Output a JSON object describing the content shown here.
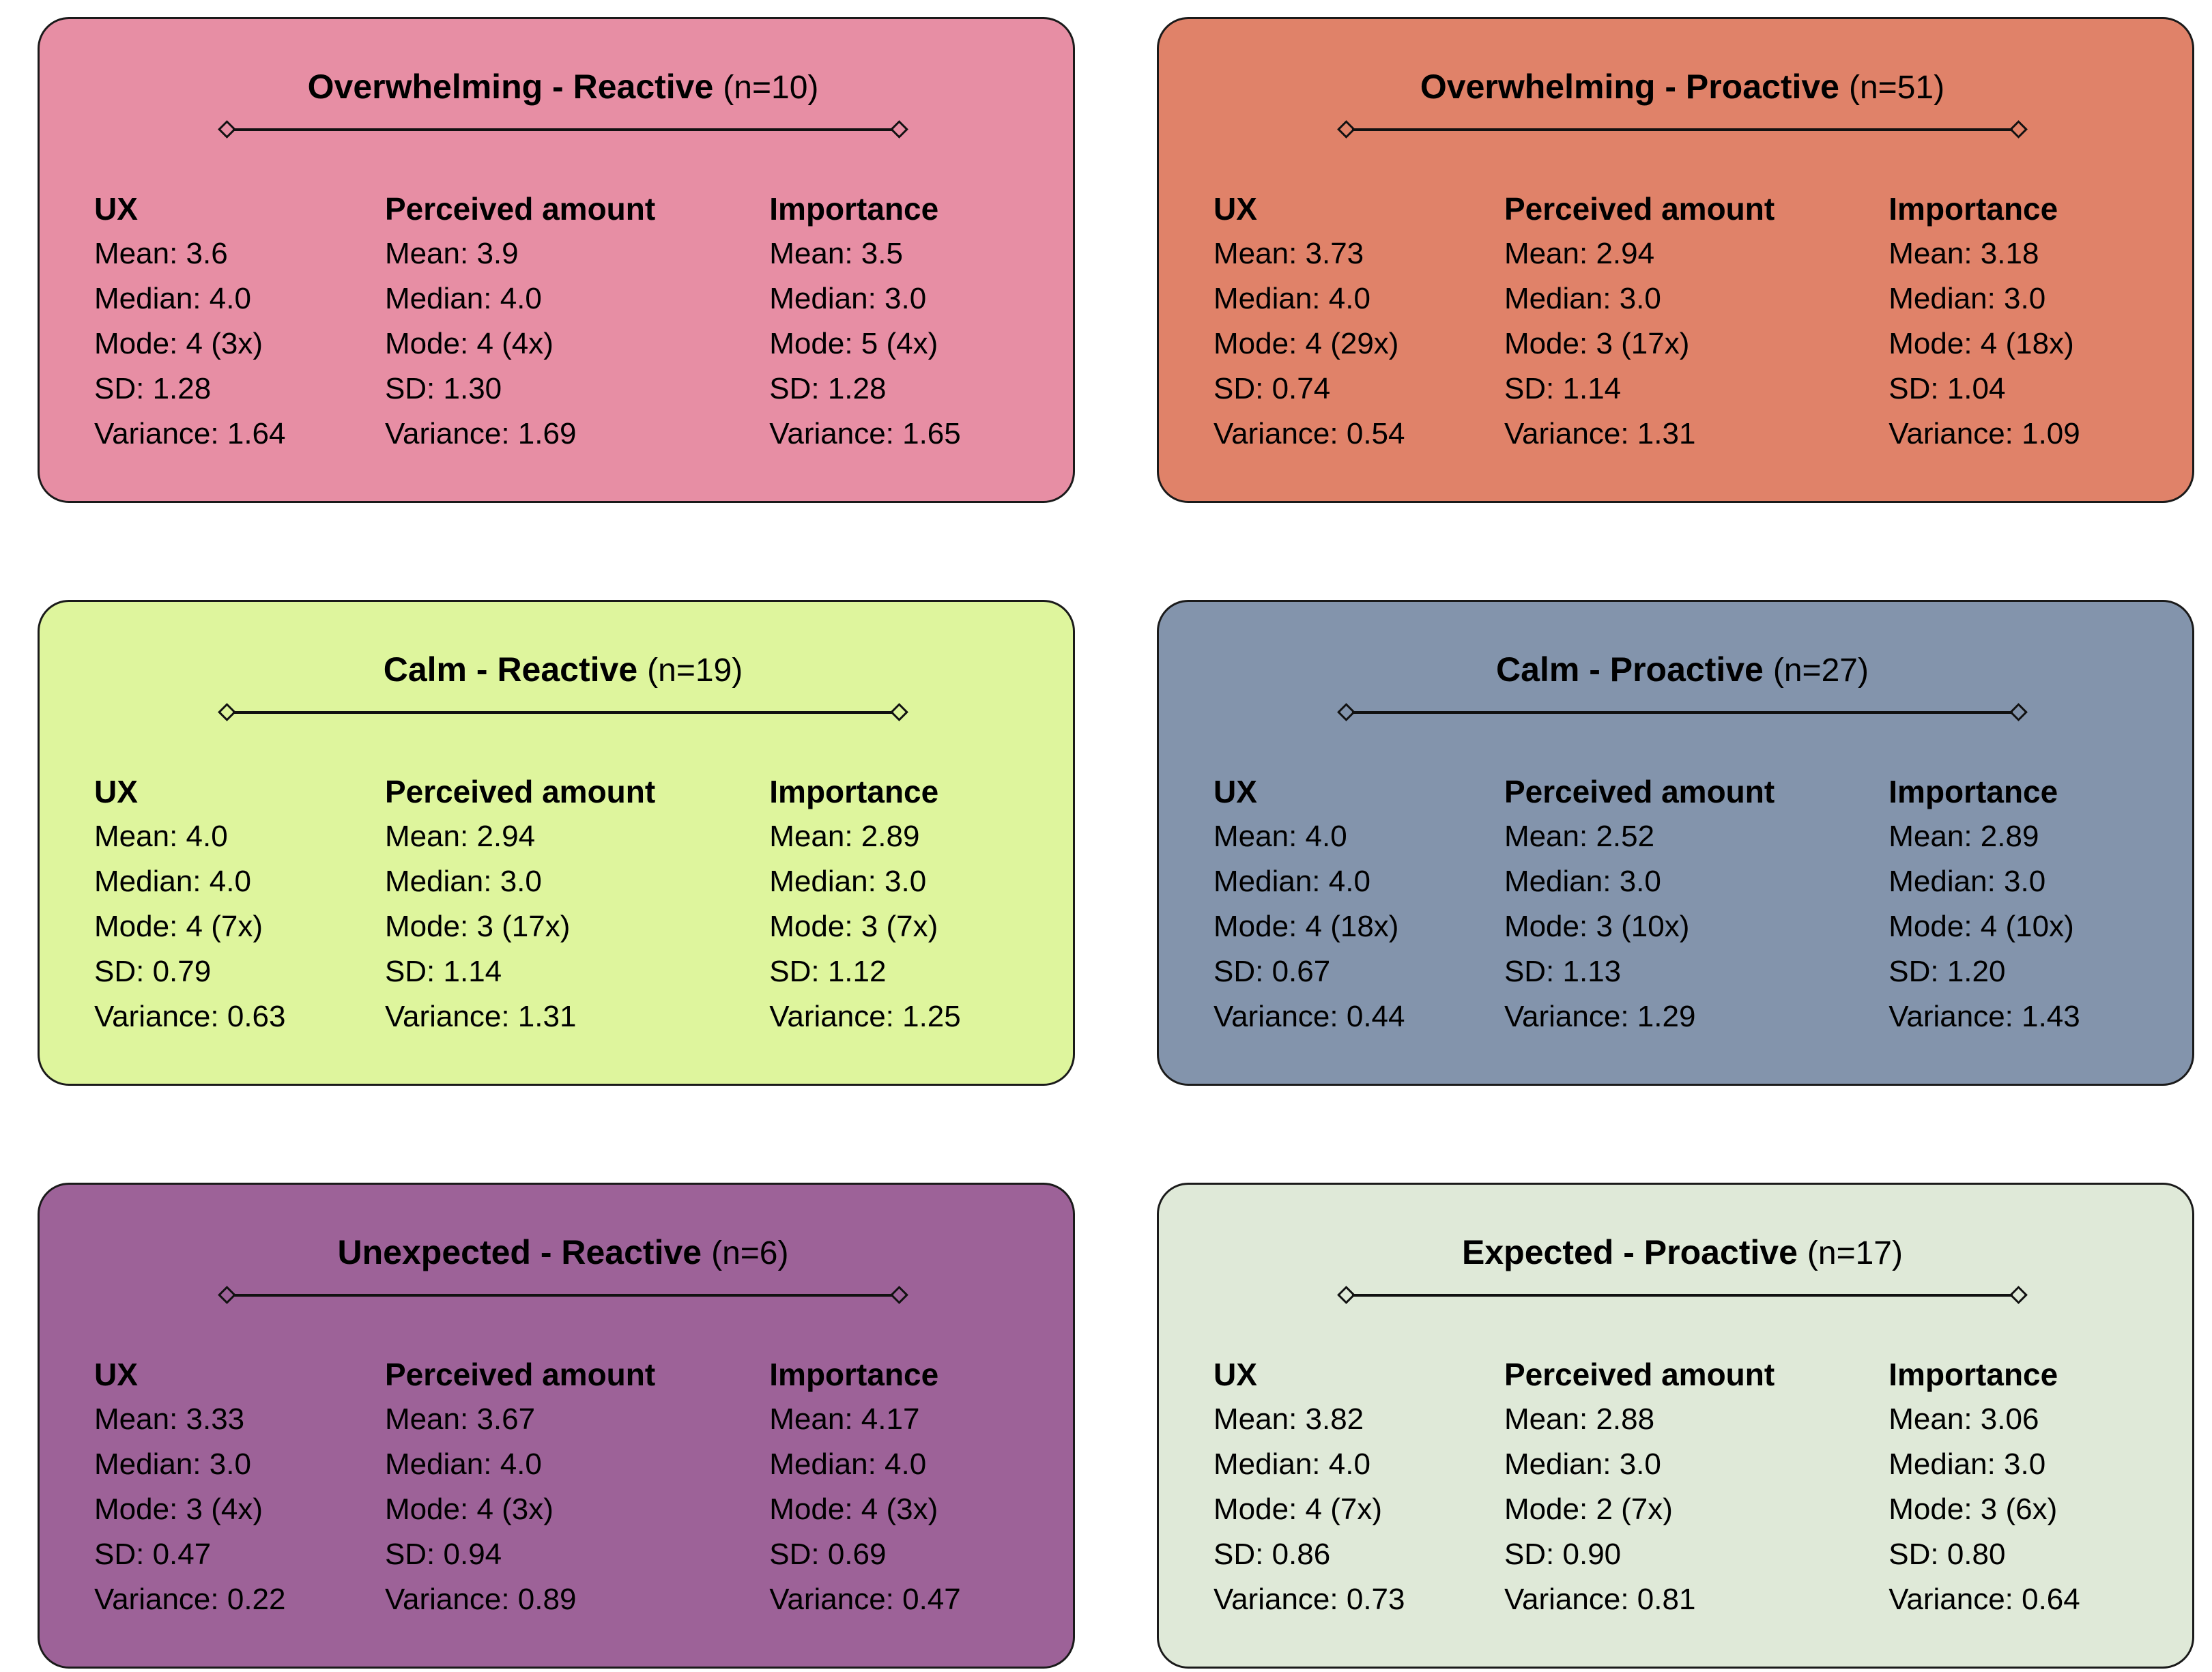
{
  "page": {
    "background_color": "#FFFFFF",
    "card_border_color": "#1A1A1A",
    "text_color": "#000000",
    "divider_icon": "diamond-endpoints-line"
  },
  "cards": [
    {
      "title": "Overwhelming - Reactive",
      "n_label": "(n=10)",
      "bg_color": "#E78EA4",
      "columns": [
        {
          "header": "UX",
          "rows": [
            "Mean: 3.6",
            "Median: 4.0",
            "Mode: 4 (3x)",
            "SD: 1.28",
            "Variance: 1.64"
          ]
        },
        {
          "header": "Perceived amount",
          "rows": [
            "Mean: 3.9",
            "Median: 4.0",
            "Mode: 4 (4x)",
            "SD: 1.30",
            "Variance: 1.69"
          ]
        },
        {
          "header": "Importance",
          "rows": [
            "Mean: 3.5",
            "Median: 3.0",
            "Mode: 5 (4x)",
            "SD: 1.28",
            "Variance: 1.65"
          ]
        }
      ]
    },
    {
      "title": "Overwhelming - Proactive",
      "n_label": "(n=51)",
      "bg_color": "#E08269",
      "columns": [
        {
          "header": "UX",
          "rows": [
            "Mean: 3.73",
            "Median: 4.0",
            "Mode: 4 (29x)",
            "SD: 0.74",
            "Variance: 0.54"
          ]
        },
        {
          "header": "Perceived amount",
          "rows": [
            "Mean: 2.94",
            "Median: 3.0",
            "Mode: 3 (17x)",
            "SD: 1.14",
            "Variance: 1.31"
          ]
        },
        {
          "header": "Importance",
          "rows": [
            "Mean: 3.18",
            "Median: 3.0",
            "Mode: 4 (18x)",
            "SD: 1.04",
            "Variance: 1.09"
          ]
        }
      ]
    },
    {
      "title": "Calm - Reactive",
      "n_label": "(n=19)",
      "bg_color": "#DEF59D",
      "columns": [
        {
          "header": "UX",
          "rows": [
            "Mean: 4.0",
            "Median: 4.0",
            "Mode: 4 (7x)",
            "SD: 0.79",
            "Variance: 0.63"
          ]
        },
        {
          "header": "Perceived amount",
          "rows": [
            "Mean: 2.94",
            "Median: 3.0",
            "Mode: 3 (17x)",
            "SD: 1.14",
            "Variance: 1.31"
          ]
        },
        {
          "header": "Importance",
          "rows": [
            "Mean: 2.89",
            "Median: 3.0",
            "Mode: 3 (7x)",
            "SD: 1.12",
            "Variance: 1.25"
          ]
        }
      ]
    },
    {
      "title": "Calm - Proactive",
      "n_label": "(n=27)",
      "bg_color": "#8394AC",
      "columns": [
        {
          "header": "UX",
          "rows": [
            "Mean: 4.0",
            "Median: 4.0",
            "Mode: 4 (18x)",
            "SD: 0.67",
            "Variance: 0.44"
          ]
        },
        {
          "header": "Perceived amount",
          "rows": [
            "Mean: 2.52",
            "Median: 3.0",
            "Mode: 3 (10x)",
            "SD: 1.13",
            "Variance: 1.29"
          ]
        },
        {
          "header": "Importance",
          "rows": [
            "Mean: 2.89",
            "Median: 3.0",
            "Mode: 4 (10x)",
            "SD: 1.20",
            "Variance: 1.43"
          ]
        }
      ]
    },
    {
      "title": "Unexpected - Reactive",
      "n_label": "(n=6)",
      "bg_color": "#9D6298",
      "columns": [
        {
          "header": "UX",
          "rows": [
            "Mean: 3.33",
            "Median: 3.0",
            "Mode: 3 (4x)",
            "SD: 0.47",
            "Variance: 0.22"
          ]
        },
        {
          "header": "Perceived amount",
          "rows": [
            "Mean: 3.67",
            "Median: 4.0",
            "Mode: 4 (3x)",
            "SD: 0.94",
            "Variance: 0.89"
          ]
        },
        {
          "header": "Importance",
          "rows": [
            "Mean: 4.17",
            "Median: 4.0",
            "Mode: 4 (3x)",
            "SD: 0.69",
            "Variance: 0.47"
          ]
        }
      ]
    },
    {
      "title": "Expected - Proactive",
      "n_label": "(n=17)",
      "bg_color": "#DFE9D8",
      "columns": [
        {
          "header": "UX",
          "rows": [
            "Mean: 3.82",
            "Median: 4.0",
            "Mode: 4 (7x)",
            "SD: 0.86",
            "Variance: 0.73"
          ]
        },
        {
          "header": "Perceived amount",
          "rows": [
            "Mean: 2.88",
            "Median: 3.0",
            "Mode: 2 (7x)",
            "SD: 0.90",
            "Variance: 0.81"
          ]
        },
        {
          "header": "Importance",
          "rows": [
            "Mean: 3.06",
            "Median: 3.0",
            "Mode: 3 (6x)",
            "SD: 0.80",
            "Variance: 0.64"
          ]
        }
      ]
    }
  ]
}
